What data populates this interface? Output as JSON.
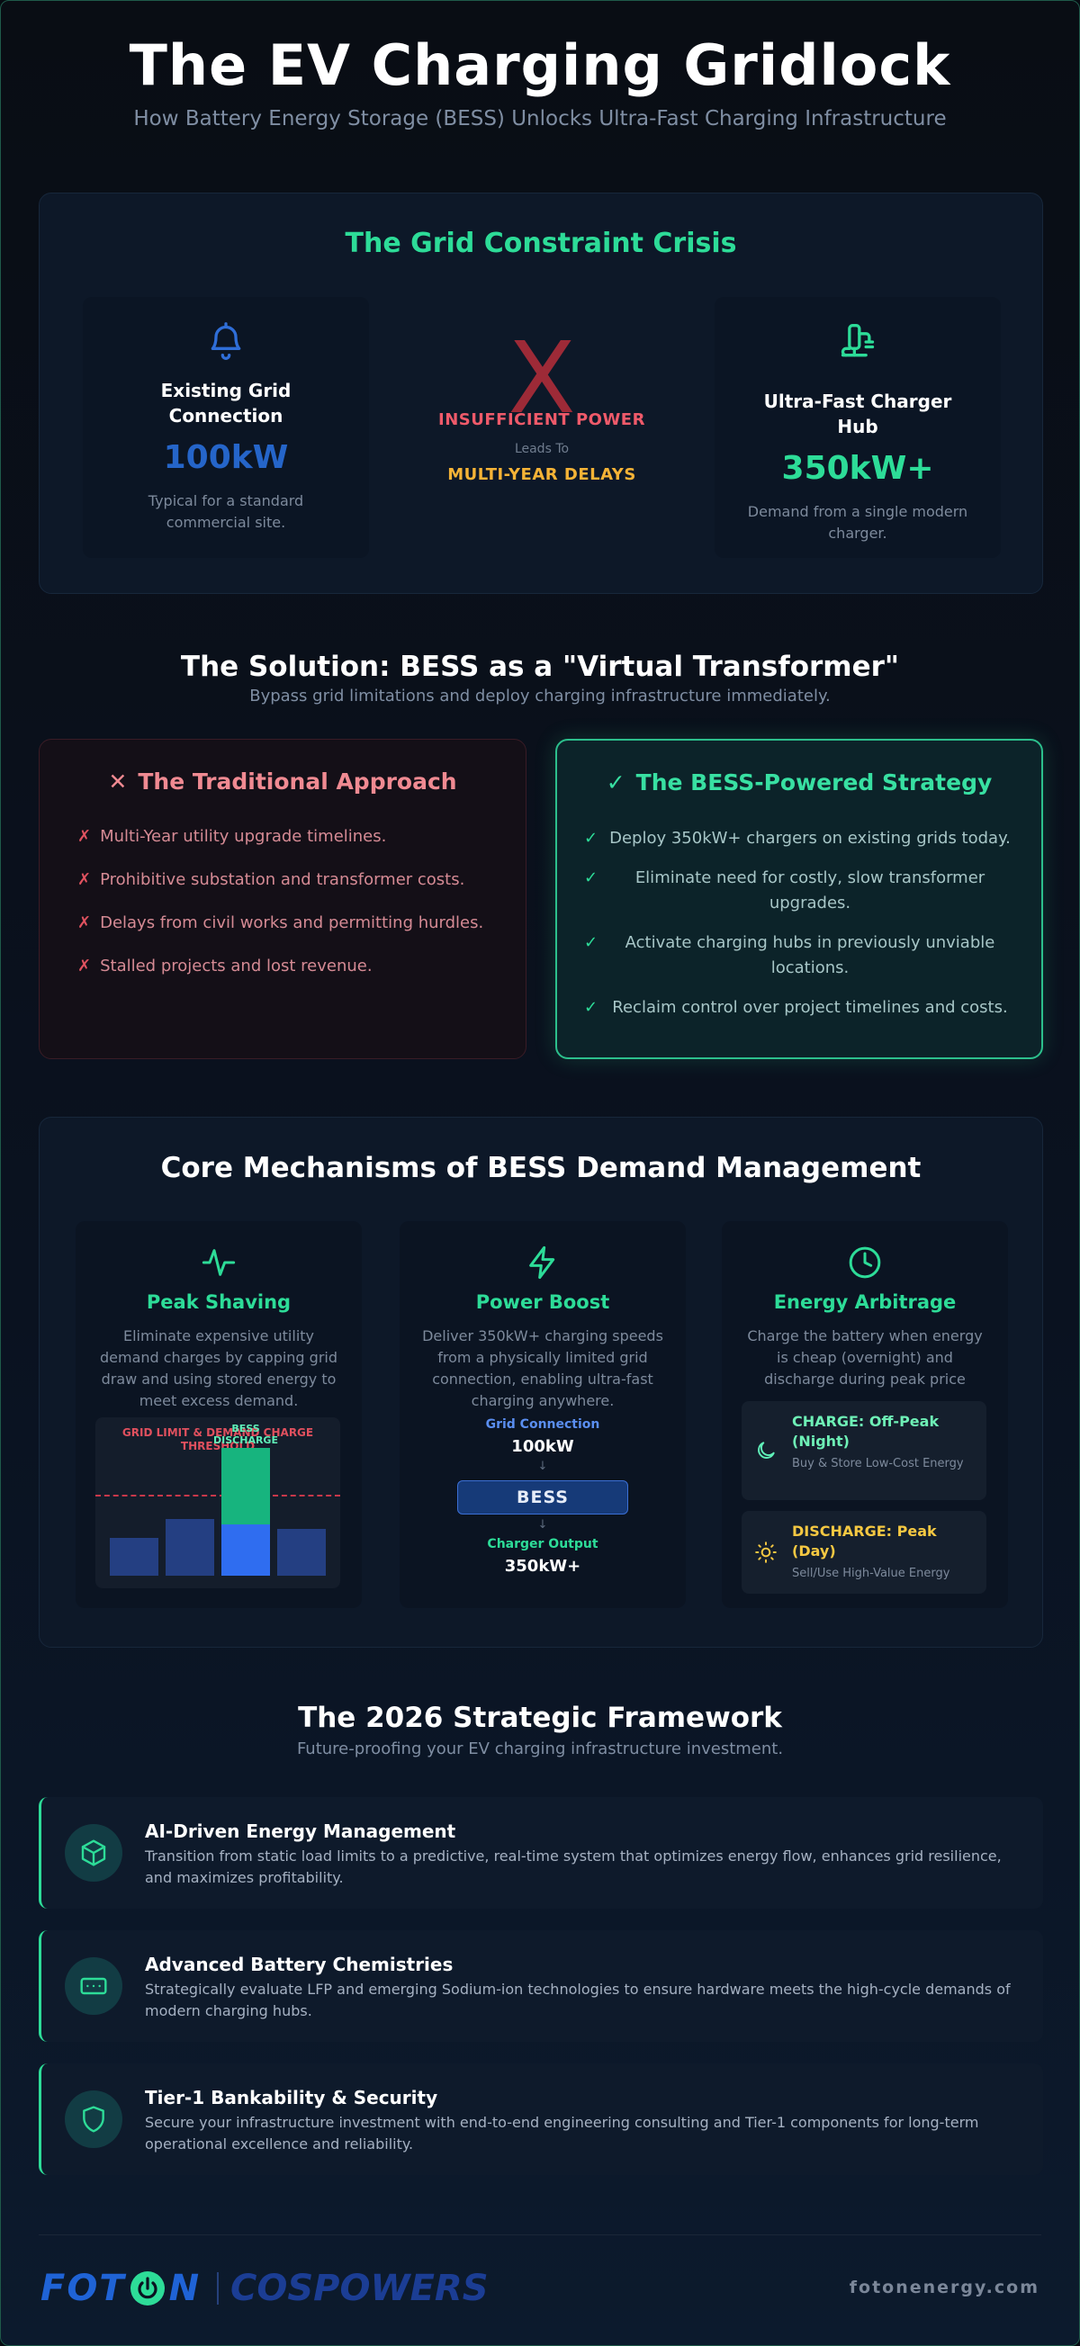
{
  "header": {
    "title": "The EV Charging Gridlock",
    "subtitle": "How Battery Energy Storage (BESS) Unlocks Ultra-Fast Charging Infrastructure"
  },
  "crisis": {
    "title": "The Grid Constraint Crisis",
    "left": {
      "icon": "bell-icon",
      "title": "Existing Grid Connection",
      "value": "100kW",
      "desc": "Typical for a standard commercial site."
    },
    "middle": {
      "mark": "X",
      "status": "INSUFFICIENT POWER",
      "leads": "Leads To",
      "result": "MULTI-YEAR DELAYS"
    },
    "right": {
      "icon": "charger-plug-icon",
      "title": "Ultra-Fast Charger Hub",
      "value": "350kW+",
      "desc": "Demand from a single modern charger."
    }
  },
  "solution": {
    "title": "The Solution: BESS as a \"Virtual Transformer\"",
    "subtitle": "Bypass grid limitations and deploy charging infrastructure immediately.",
    "traditional": {
      "title": "The Traditional Approach",
      "items": [
        "Multi-Year utility upgrade timelines.",
        "Prohibitive substation and transformer costs.",
        "Delays from civil works and permitting hurdles.",
        "Stalled projects and lost revenue."
      ]
    },
    "bess": {
      "title": "The BESS-Powered Strategy",
      "items": [
        "Deploy 350kW+ chargers on existing grids today.",
        "Eliminate need for costly, slow transformer upgrades.",
        "Activate charging hubs in previously unviable locations.",
        "Reclaim control over project timelines and costs."
      ]
    }
  },
  "mechanisms": {
    "title": "Core Mechanisms of BESS Demand Management",
    "peak": {
      "title": "Peak Shaving",
      "desc": "Eliminate expensive utility demand charges by capping grid draw and using stored energy to meet excess demand.",
      "limit_label": "GRID LIMIT & DEMAND CHARGE THRESHOLD",
      "bess_label": "BESS DISCHARGE",
      "limit_level": 0.6,
      "bars": [
        0.28,
        0.42,
        0.38,
        0.35
      ],
      "bess_bar_index": 2,
      "bess_top": 0.95,
      "grid_color": "#243f82",
      "capped_color": "#2f6df0",
      "bess_color": "#17b47e"
    },
    "boost": {
      "title": "Power Boost",
      "desc": "Deliver 350kW+ charging speeds from a physically limited grid connection, enabling ultra-fast charging anywhere.",
      "grid_label": "Grid Connection",
      "grid_value": "100kW",
      "arrow": "↓",
      "box_label": "BESS",
      "out_label": "Charger Output",
      "out_value": "350kW+"
    },
    "arbitrage": {
      "title": "Energy Arbitrage",
      "desc": "Charge the battery when energy is cheap (overnight) and discharge during peak price periods to lower operational",
      "charge_label": "CHARGE: Off-Peak (Night)",
      "charge_sub": "Buy & Store Low-Cost Energy",
      "discharge_label": "DISCHARGE: Peak (Day)",
      "discharge_sub": "Sell/Use High-Value Energy"
    }
  },
  "framework": {
    "title": "The 2026 Strategic Framework",
    "subtitle": "Future-proofing your EV charging infrastructure investment.",
    "items": [
      {
        "title": "AI-Driven Energy Management",
        "desc": "Transition from static load limits to a predictive, real-time system that optimizes energy flow, enhances grid resilience, and maximizes profitability."
      },
      {
        "title": "Advanced Battery Chemistries",
        "desc": "Strategically evaluate LFP and emerging Sodium-ion technologies to ensure hardware meets the high-cycle demands of modern charging hubs."
      },
      {
        "title": "Tier-1 Bankability & Security",
        "desc": "Secure your infrastructure investment with end-to-end engineering consulting and Tier-1 components for long-term operational excellence and reliability."
      }
    ]
  },
  "footer": {
    "logo_foton_left": "FOT",
    "logo_foton_right": "N",
    "logo_cospowers": "COSPOWERS",
    "website": "fotonenergy.com"
  },
  "colors": {
    "accent": "#2ddc98",
    "blue": "#1f63d6",
    "danger": "#ef5a6a",
    "warning": "#f5b336"
  }
}
